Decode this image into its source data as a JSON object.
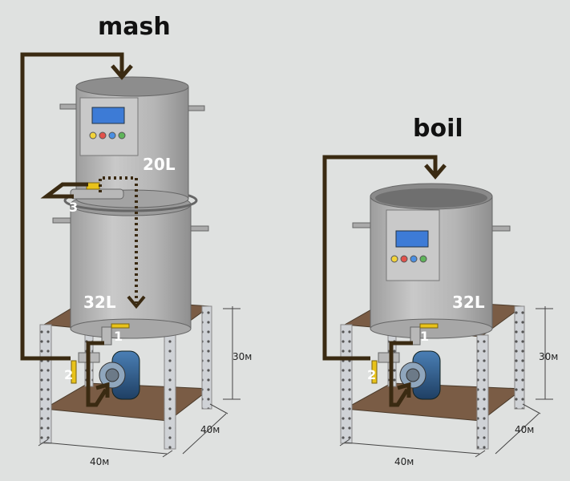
{
  "titles": {
    "mash": "mash",
    "boil": "boil"
  },
  "mash": {
    "upper_vessel_volume": "20L",
    "lower_vessel_volume": "32L",
    "valve_1": "1",
    "valve_2": "2",
    "valve_3": "3"
  },
  "boil": {
    "vessel_volume": "32L",
    "valve_1": "1",
    "valve_2": "2"
  },
  "dimensions": {
    "height": "30м",
    "depth": "40м",
    "width": "40м"
  },
  "colors": {
    "background": "#dfe1e0",
    "flow_line": "#3a2a12",
    "pot": "#bcbcbc",
    "table_top": "#7a5c45",
    "frame": "#c9ccd0",
    "pump": "#2f5d8a",
    "control_screen": "#3d7bd6",
    "buttons": [
      "#f2d33a",
      "#e2524b",
      "#4b8fe2",
      "#5fb45a"
    ]
  }
}
